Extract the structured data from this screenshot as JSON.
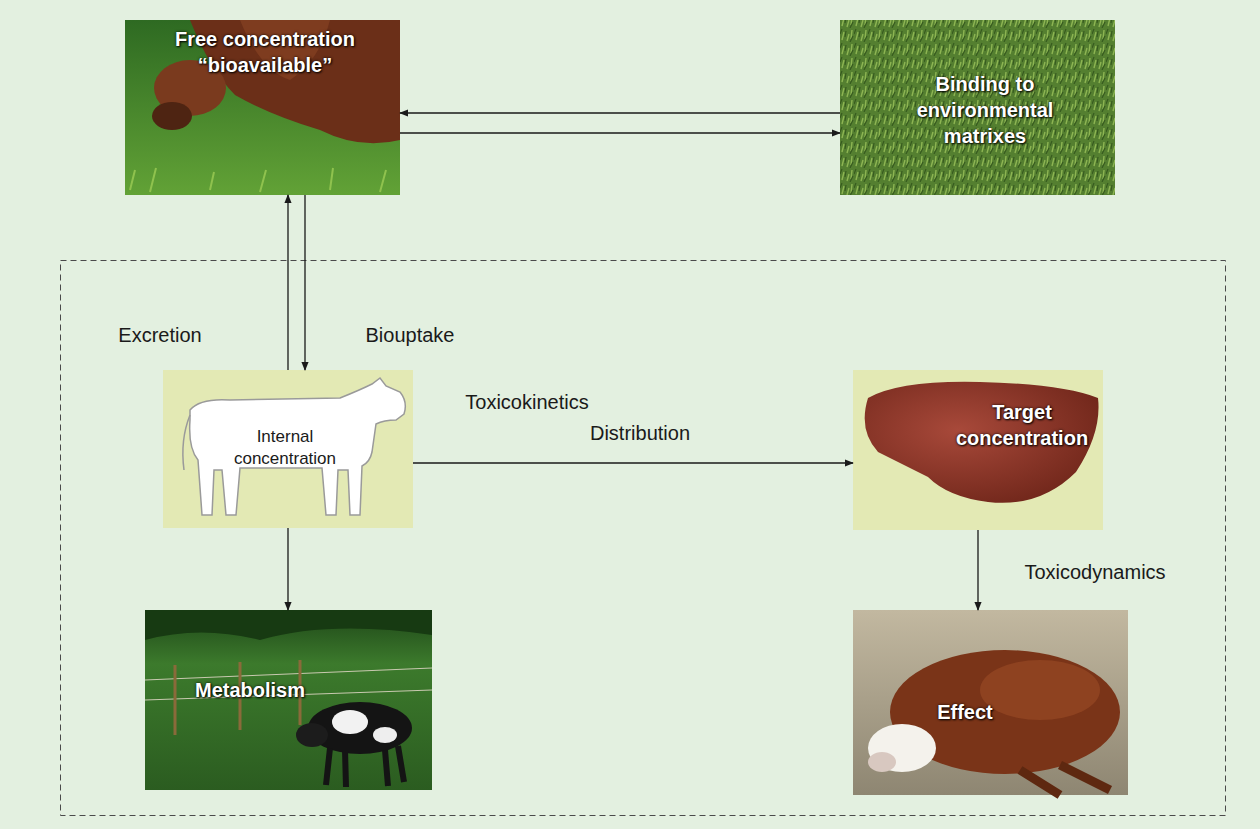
{
  "diagram": {
    "nodes": [
      {
        "text": [
          "Free concentration “bioavailable”"
        ]
      },
      {
        "text": [
          "Binding to environmental matrixes"
        ]
      },
      {
        "text": [
          "Internal concentration"
        ]
      },
      {
        "text": [
          "Target concentration"
        ]
      },
      {
        "text": [
          "Metabolism"
        ]
      },
      {
        "text": [
          "Effect"
        ]
      }
    ],
    "edges": [
      {
        "from": 1,
        "to": 0,
        "arrow": "to"
      },
      {
        "from": 0,
        "to": 1,
        "arrow": "to"
      },
      {
        "from": 2,
        "to": 0,
        "label": "Excretion",
        "arrow": "to"
      },
      {
        "from": 0,
        "to": 2,
        "label": "Biouptake",
        "arrow": "to"
      },
      {
        "from": 2,
        "to": 3,
        "label": "Distribution",
        "arrow": "to"
      },
      {
        "from": 2,
        "to": 4,
        "arrow": "to"
      },
      {
        "from": 3,
        "to": 5,
        "label": "Toxicodynamics",
        "arrow": "to"
      }
    ],
    "labels": [
      "Toxicokinetics"
    ]
  }
}
